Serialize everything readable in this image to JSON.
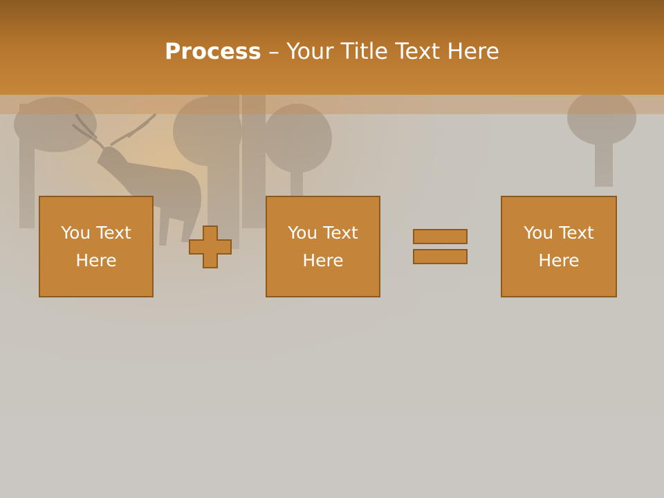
{
  "title": {
    "bold": "Process",
    "rest": " – Your Title Text Here"
  },
  "boxes": [
    {
      "line1": "You Text",
      "line2": "Here"
    },
    {
      "line1": "You Text",
      "line2": "Here"
    },
    {
      "line1": "You Text",
      "line2": "Here"
    }
  ],
  "colors": {
    "accent": "#c4853a",
    "accent_border": "#8d5a1e",
    "title_bar": "#b4742c",
    "background": "#c9c6c0"
  },
  "icons": {
    "plus": "plus-icon",
    "equals": "equals-icon"
  }
}
